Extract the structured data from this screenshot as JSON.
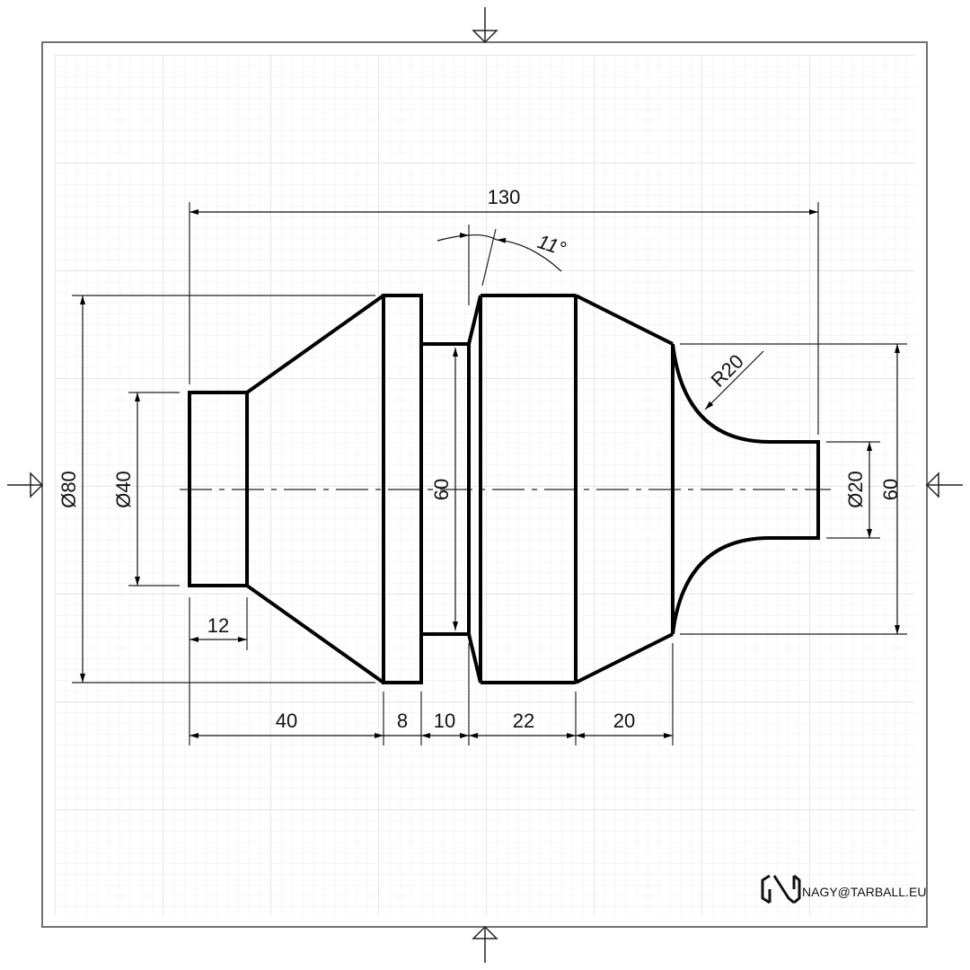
{
  "drawing": {
    "type": "turned-part-technical-drawing",
    "units": "mm",
    "dimensions": {
      "overall_length": "130",
      "taper_angle": "11°",
      "dia_left_outer": "Ø80",
      "dia_left_end": "Ø40",
      "dia_groove": "60",
      "dia_right_flange": "60",
      "dia_right_end": "Ø20",
      "radius": "R20",
      "len_end": "12",
      "len_cone": "40",
      "len_collar": "8",
      "len_groove": "10",
      "len_cylinder": "22",
      "len_right_cone": "20"
    }
  },
  "watermark": {
    "text": "NAGY@TARBALL.EU"
  },
  "colors": {
    "grid_minor": "#ececec",
    "grid_major": "#d4d4d4",
    "border": "#707070",
    "line": "#000000"
  }
}
